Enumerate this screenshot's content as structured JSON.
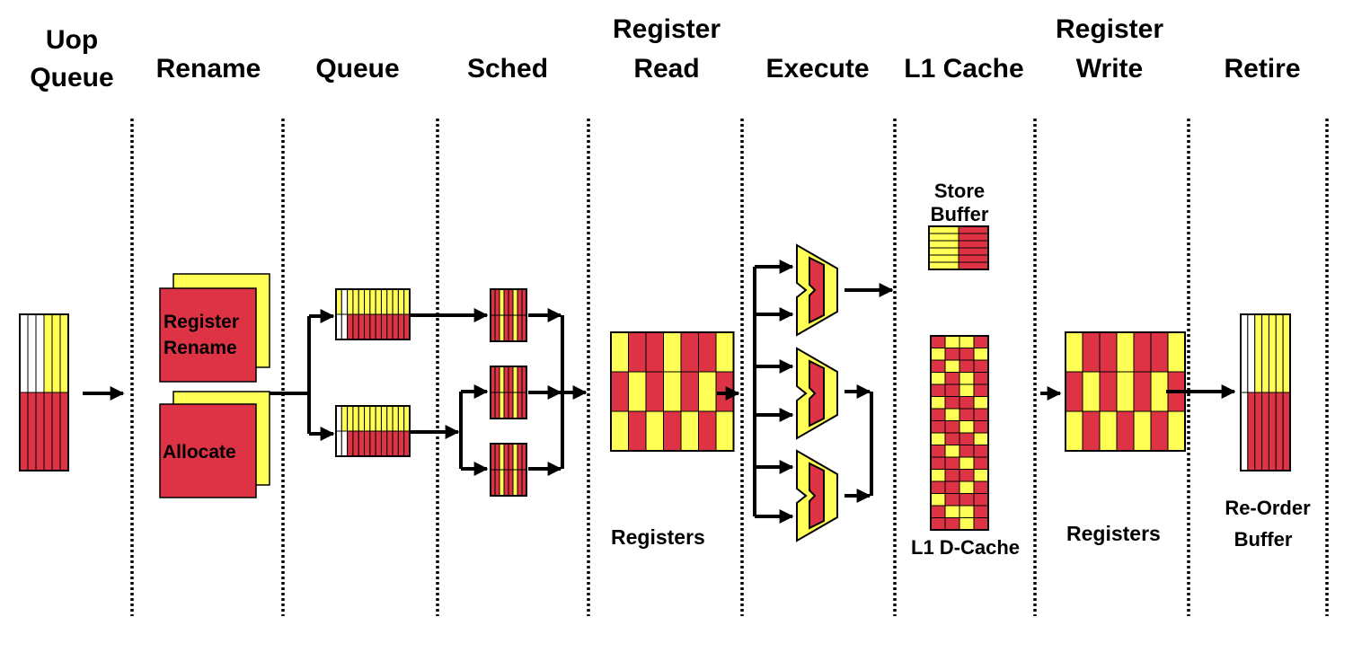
{
  "stages": [
    {
      "line1": "Uop",
      "line2": "Queue"
    },
    {
      "line1": "",
      "line2": "Rename"
    },
    {
      "line1": "",
      "line2": "Queue"
    },
    {
      "line1": "",
      "line2": "Sched"
    },
    {
      "line1": "Register",
      "line2": "Read"
    },
    {
      "line1": "",
      "line2": "Execute"
    },
    {
      "line1": "",
      "line2": "L1 Cache"
    },
    {
      "line1": "Register",
      "line2": "Write"
    },
    {
      "line1": "",
      "line2": "Retire"
    }
  ],
  "blocks": {
    "register_rename": {
      "line1": "Register",
      "line2": "Rename"
    },
    "allocate": "Allocate",
    "store_buffer": {
      "line1": "Store",
      "line2": "Buffer"
    },
    "registers_read": "Registers",
    "l1_dcache": "L1 D-Cache",
    "registers_write": "Registers",
    "reorder_buffer": {
      "line1": "Re-Order",
      "line2": "Buffer"
    }
  },
  "colors": {
    "red": "#dd3344",
    "yellow": "#ffff55",
    "ink": "#000000",
    "background": "#ffffff"
  }
}
